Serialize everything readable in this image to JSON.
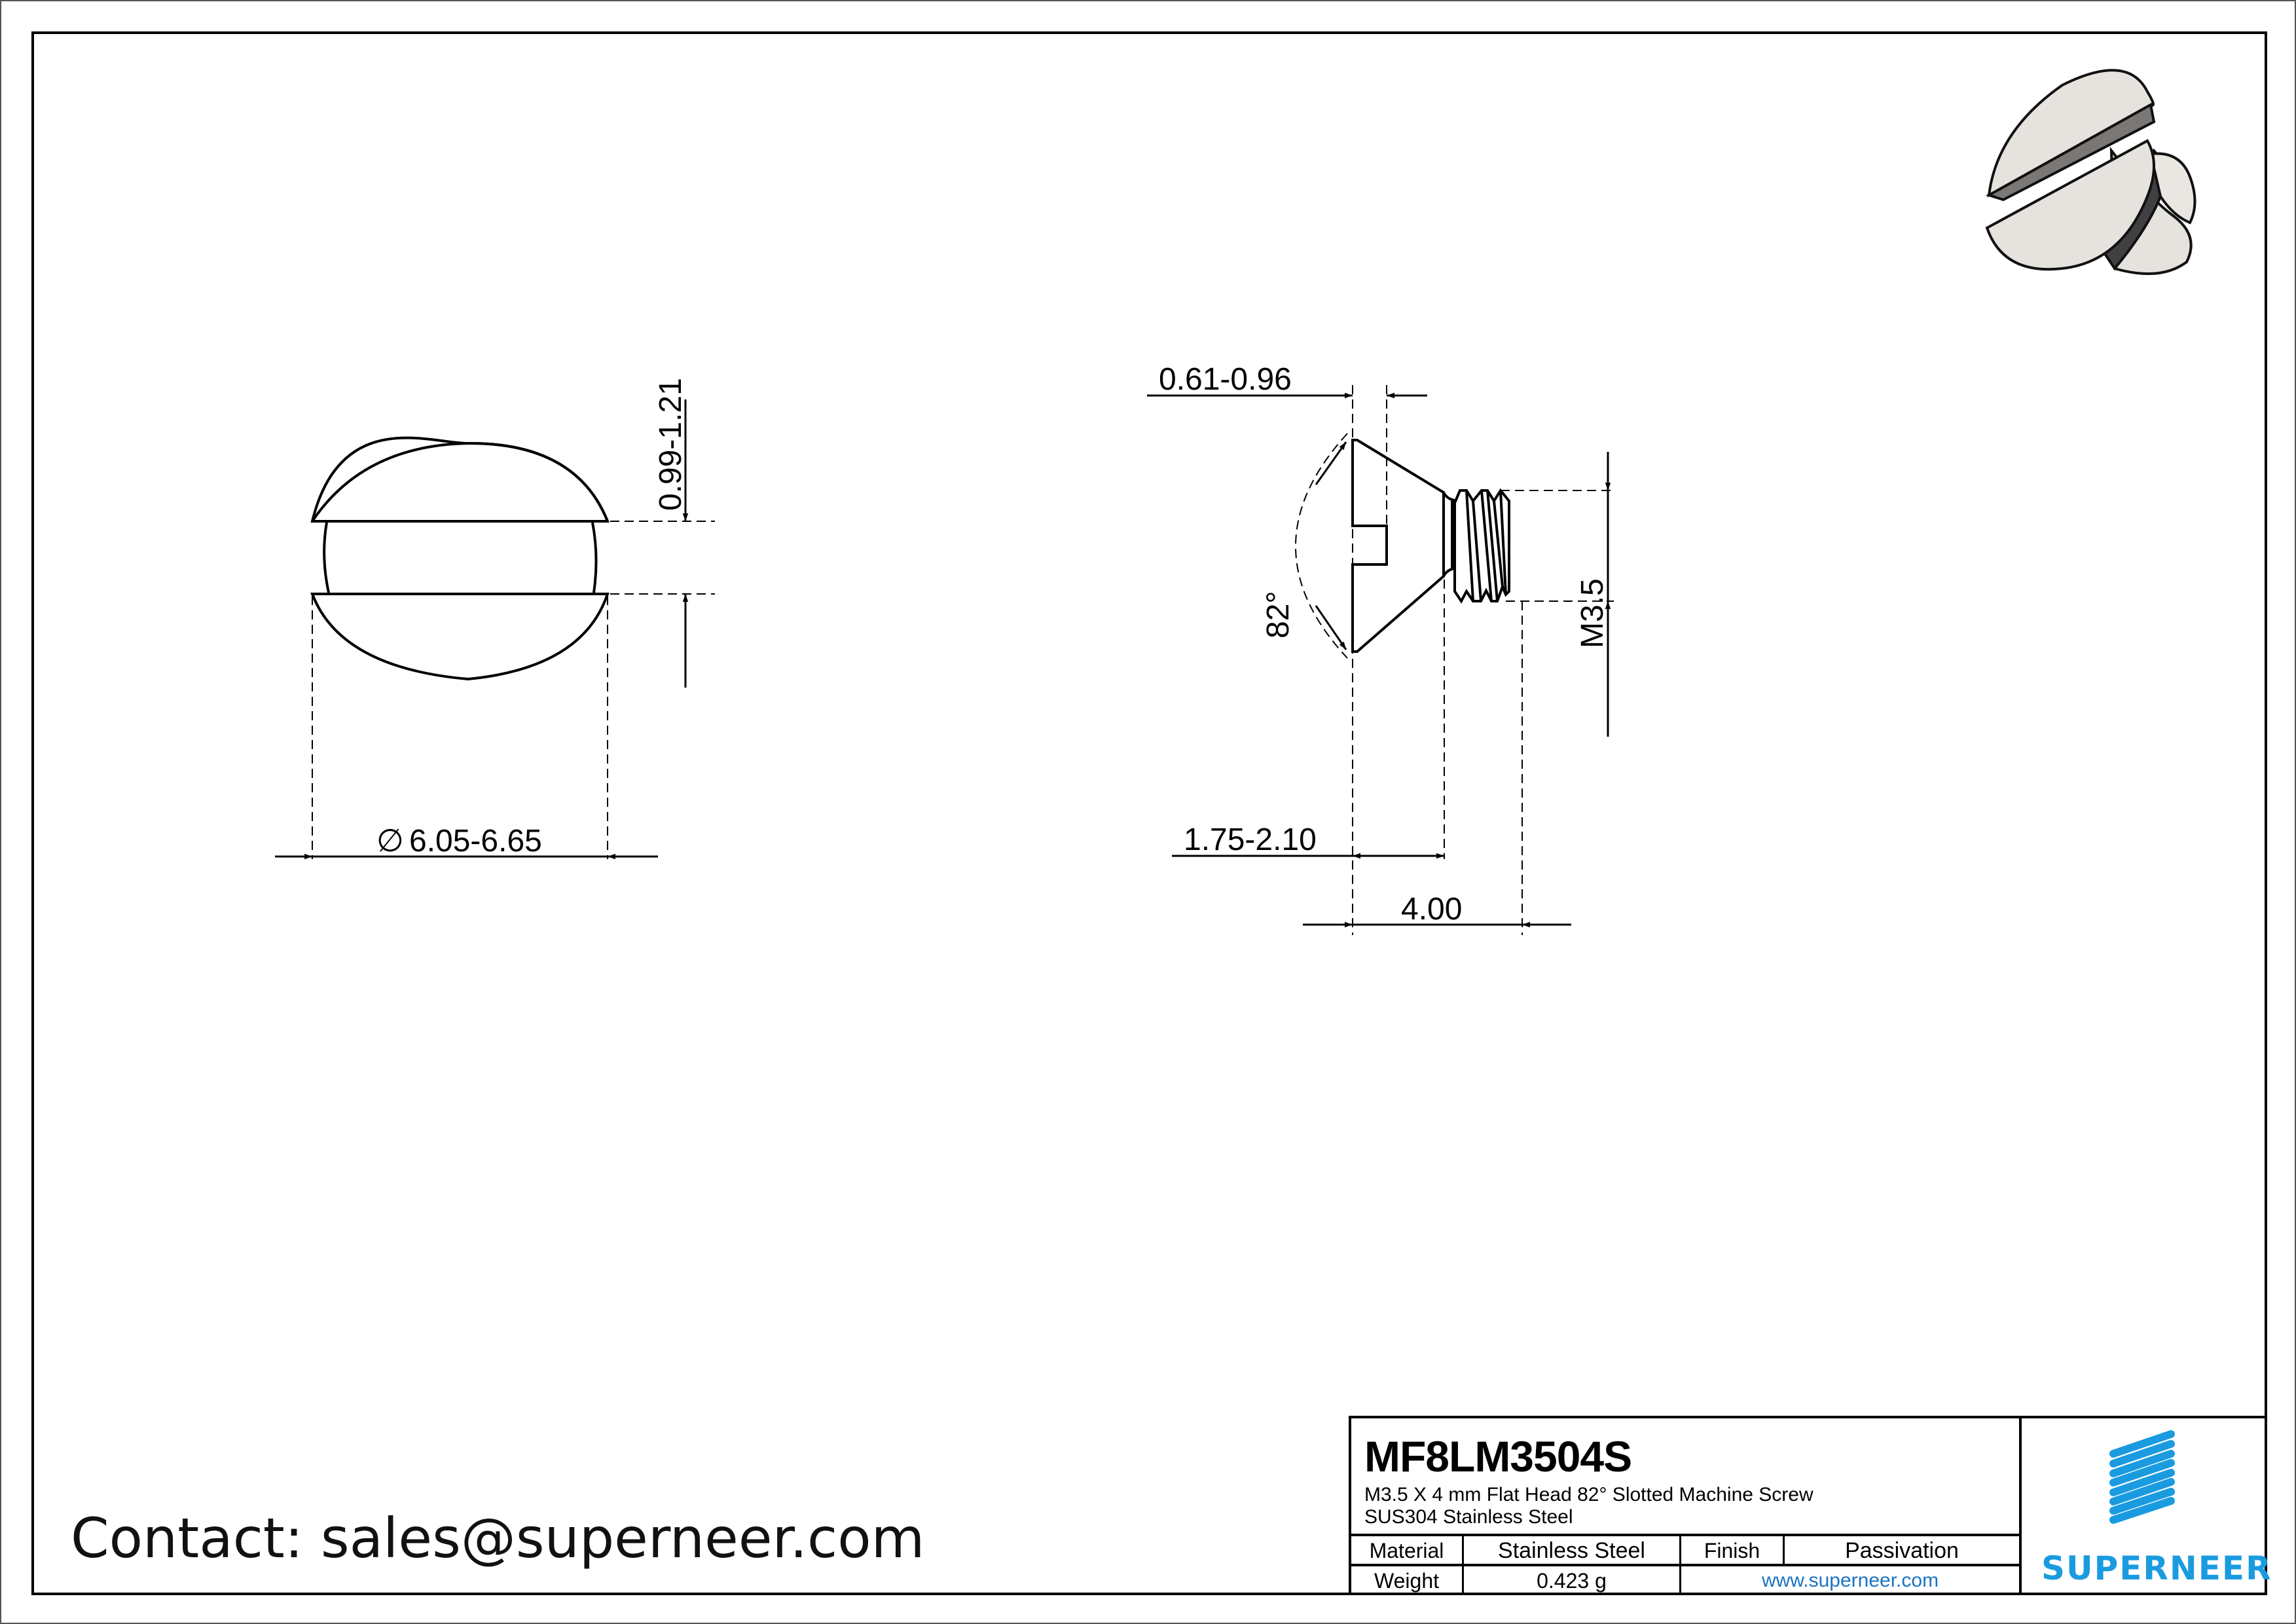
{
  "drawing": {
    "front_view_dims": {
      "slot_width": "0.99-1.21",
      "head_diameter": "6.05-6.65",
      "diameter_symbol": "∅"
    },
    "side_view_dims": {
      "head_edge": "0.61-0.96",
      "angle": "82°",
      "thread": "M3.5",
      "head_height": "1.75-2.10",
      "length": "4.00"
    }
  },
  "contact": {
    "text": "Contact: sales@superneer.com"
  },
  "title_block": {
    "part_number": "MF8LM3504S",
    "description": "M3.5 X 4 mm  Flat Head 82° Slotted Machine Screw",
    "material_line": "SUS304 Stainless Steel",
    "table": {
      "row1": [
        {
          "label": "Material"
        },
        {
          "value": "Stainless Steel"
        },
        {
          "label": "Finish"
        },
        {
          "value": "Passivation"
        }
      ],
      "row2": [
        {
          "label": "Weight"
        },
        {
          "value": "0.423 g"
        },
        {
          "value": "www.superneer.com"
        }
      ]
    },
    "logo": {
      "brand": "SUPERNEER",
      "color": "#1A9BE0"
    }
  },
  "colors": {
    "line": "#000000",
    "brand_blue": "#1A9BE0",
    "link_blue": "#1A73C2",
    "render_face": "#E6E2DE",
    "render_slot": "#7A7775",
    "render_shadow": "#404040"
  }
}
